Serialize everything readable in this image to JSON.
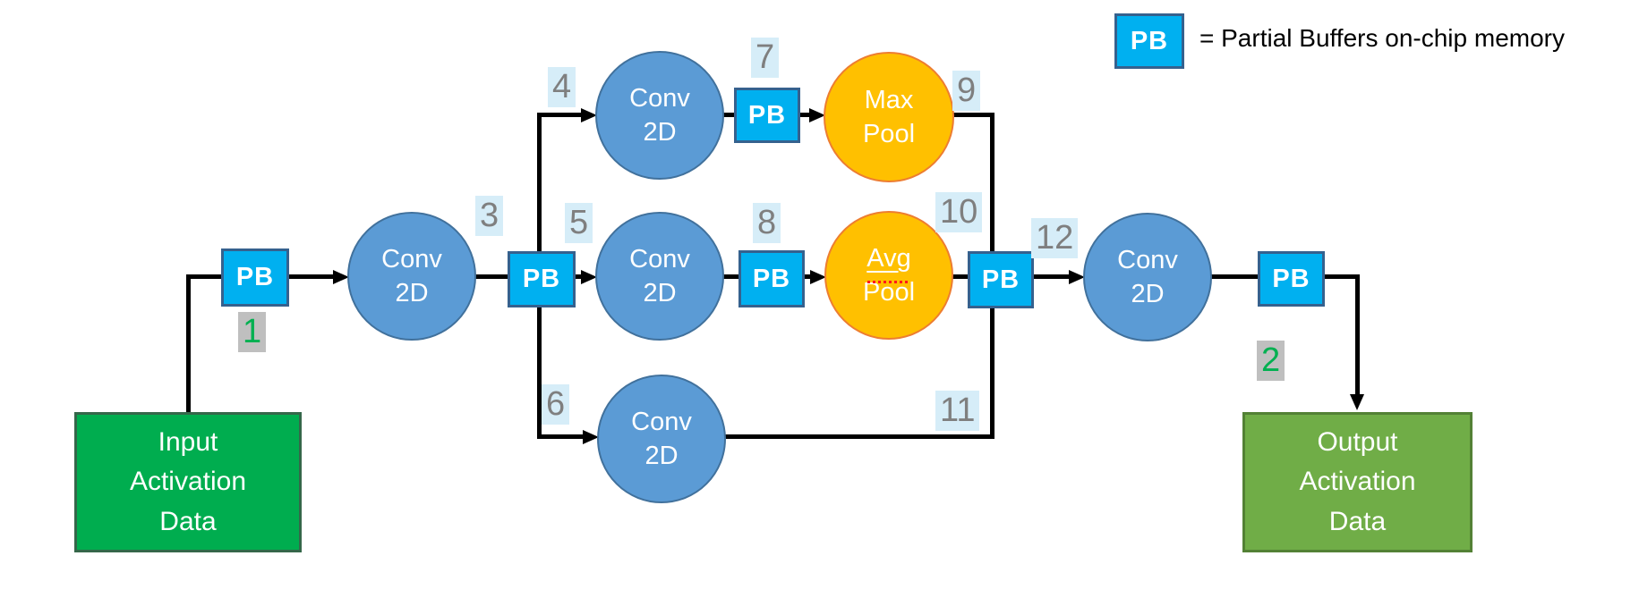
{
  "legend": {
    "pb": "PB",
    "text": "= Partial Buffers on-chip memory"
  },
  "pb_label": "PB",
  "nodes": {
    "input": "Input\nActivation\nData",
    "output": "Output\nActivation\nData",
    "conv": "Conv\n2D",
    "max_pool": "Max\nPool",
    "avg_line1": "Avg",
    "avg_line2": "Pool"
  },
  "steps": [
    "1",
    "2",
    "3",
    "4",
    "5",
    "6",
    "7",
    "8",
    "9",
    "10",
    "11",
    "12"
  ],
  "colors": {
    "pb_fill": "#00B0F0",
    "pb_border": "#35618E",
    "conv_fill": "#5B9BD5",
    "conv_border": "#41719C",
    "pool_fill": "#FFC000",
    "pool_border": "#ED7D31",
    "input_fill": "#00AD4F",
    "output_fill": "#70AD47",
    "step_label_blue_bg": "#D6EDF8",
    "step_label_gray_bg": "#BFBFBF",
    "step_text_gray": "#7F7F7F",
    "step_text_green": "#00B050",
    "connector": "#000000"
  }
}
